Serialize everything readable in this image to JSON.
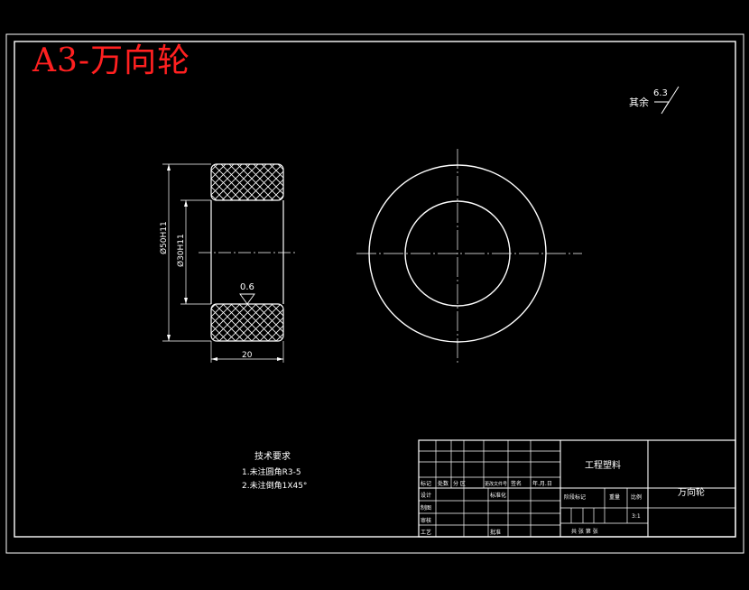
{
  "title": "A3-万向轮",
  "roughness_note": {
    "label": "其余",
    "value": "6.3"
  },
  "part_roughness": "0.6",
  "dimensions": {
    "outer_dia": "Ø50H11",
    "inner_dia": "Ø30H11",
    "width": "20"
  },
  "tech_requirements": {
    "heading": "技术要求",
    "items": [
      "1.未注圆角R3-5",
      "2.未注倒角1X45°"
    ]
  },
  "title_block": {
    "material": "工程塑料",
    "part_name": "万向轮",
    "rev_row": [
      "标记",
      "处数",
      "分 区",
      "更改文件号",
      "签名",
      "年.月.日"
    ],
    "row_labels": [
      "设计",
      "制图",
      "审核",
      "工艺"
    ],
    "standardize": "标准化",
    "approve": "批准",
    "stage_mark": "阶段标记",
    "weight": "重量",
    "scale_label": "比例",
    "scale": "3:1",
    "sheets": "共   张   第   张"
  },
  "colors": {
    "line": "#ffffff",
    "title": "#ff2020",
    "background": "#000000"
  }
}
